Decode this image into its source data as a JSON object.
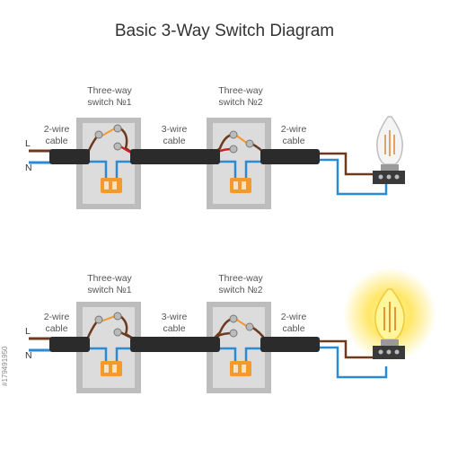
{
  "title": "Basic 3-Way Switch Diagram",
  "circuits": [
    {
      "switch1": [
        "Three-way",
        "switch №1"
      ],
      "switch2": [
        "Three-way",
        "switch №2"
      ],
      "cable_left": [
        "2-wire",
        "cable"
      ],
      "cable_mid": [
        "3-wire",
        "cable"
      ],
      "cable_right": [
        "2-wire",
        "cable"
      ],
      "line_labels": [
        "L",
        "N"
      ],
      "bulb_state": "off"
    },
    {
      "switch1": [
        "Three-way",
        "switch №1"
      ],
      "switch2": [
        "Three-way",
        "switch №2"
      ],
      "cable_left": [
        "2-wire",
        "cable"
      ],
      "cable_mid": [
        "3-wire",
        "cable"
      ],
      "cable_right": [
        "2-wire",
        "cable"
      ],
      "line_labels": [
        "L",
        "N"
      ],
      "bulb_state": "on"
    }
  ],
  "watermark": "#179491950",
  "colors": {
    "live": "#6b3a1f",
    "neutral": "#2a8ad4",
    "traveler_red": "#d11f1f",
    "cable": "#2b2b2b",
    "switch_body": "#d4d4d4",
    "switch_plate": "#bdbdbd",
    "connector": "#f29a2e",
    "bulb_glow": "#ffe34d"
  },
  "icons": [
    "lightbulb-icon",
    "wago-connector-icon"
  ]
}
